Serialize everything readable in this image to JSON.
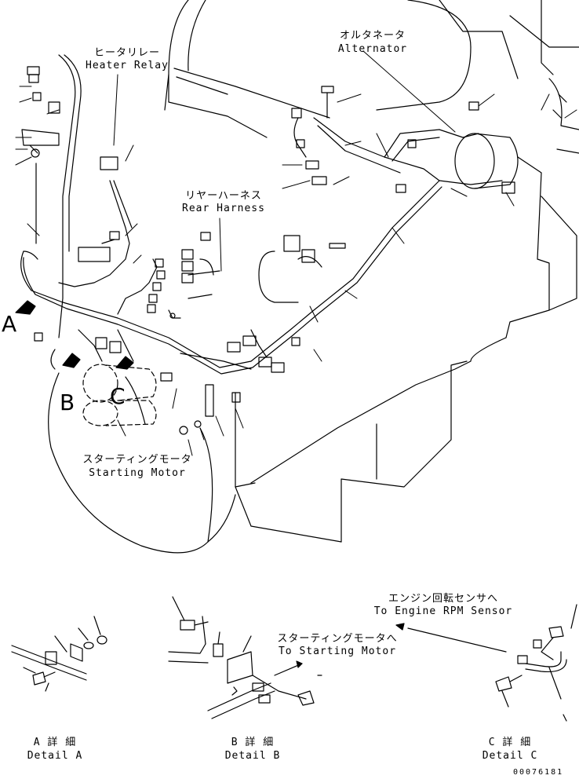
{
  "labels": {
    "heater_relay_jp": "ヒータリレー",
    "heater_relay_en": "Heater Relay",
    "alternator_jp": "オルタネータ",
    "alternator_en": "Alternator",
    "rear_harness_jp": "リヤーハーネス",
    "rear_harness_en": "Rear Harness",
    "starting_motor_jp": "スターティングモータ",
    "starting_motor_en": "Starting Motor",
    "rpm_sensor_jp": "エンジン回転センサへ",
    "rpm_sensor_en": "To Engine RPM Sensor",
    "to_starting_motor_jp": "スターティングモータへ",
    "to_starting_motor_en": "To Starting Motor",
    "detail_a_jp": "A 詳 細",
    "detail_a_en": "Detail A",
    "detail_b_jp": "B 詳 細",
    "detail_b_en": "Detail B",
    "detail_c_jp": "C 詳 細",
    "detail_c_en": "Detail C"
  },
  "view_letters": {
    "a": "A",
    "b": "B",
    "c": "C"
  },
  "drawing_code": "00076181"
}
